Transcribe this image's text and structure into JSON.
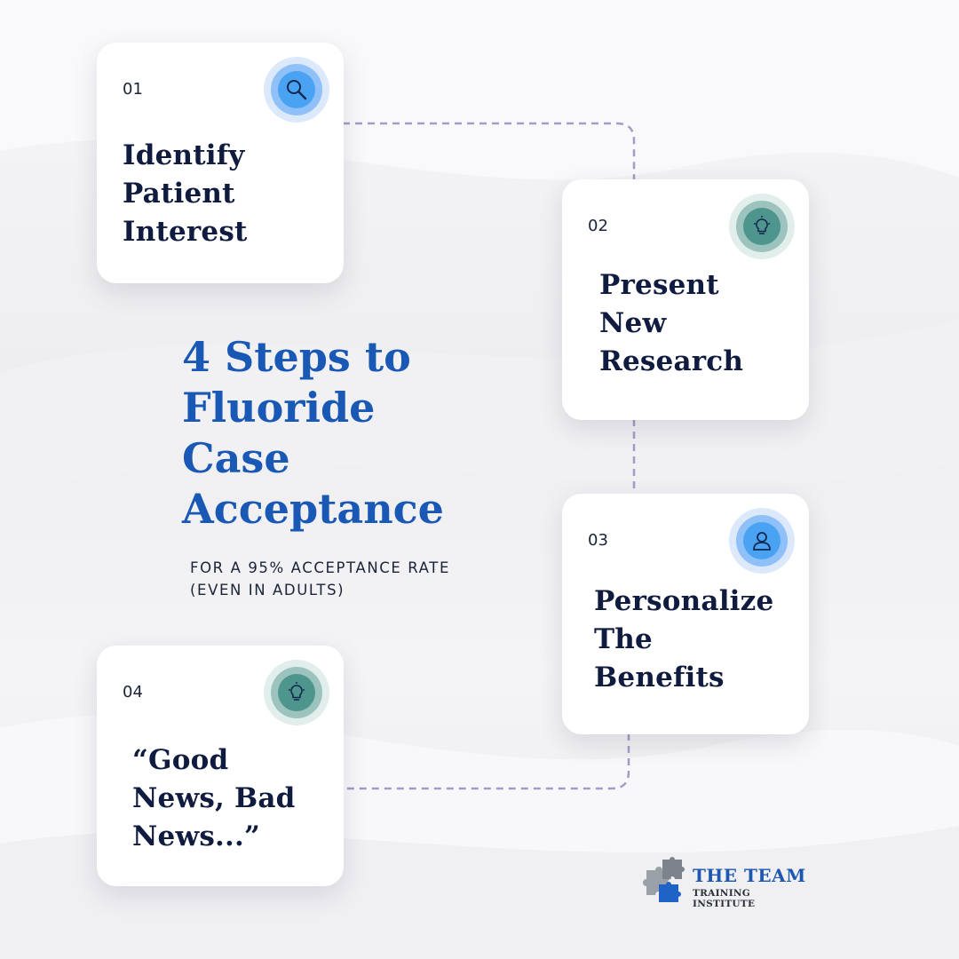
{
  "headline": "4 Steps to\nFluoride\nCase\nAcceptance",
  "subheadline": "FOR A 95% ACCEPTANCE RATE\n(EVEN IN ADULTS)",
  "steps": [
    {
      "number": "01",
      "title": "Identify\nPatient\nInterest",
      "icon": "magnifier-icon",
      "icon_color": "#4aa3f2"
    },
    {
      "number": "02",
      "title": "Present\nNew\nResearch",
      "icon": "lightbulb-icon",
      "icon_color": "#4e968d"
    },
    {
      "number": "03",
      "title": "Personalize\nThe\nBenefits",
      "icon": "person-icon",
      "icon_color": "#4aa3f2"
    },
    {
      "number": "04",
      "title": "“Good\nNews, Bad\nNews...”",
      "icon": "lightbulb-icon",
      "icon_color": "#4e968d"
    }
  ],
  "logo": {
    "line1": "THE TEAM",
    "line2": "TRAINING INSTITUTE"
  },
  "colors": {
    "headline": "#1a58b5",
    "title": "#0f1b3f",
    "connector": "#a59bc6",
    "blue_badge": "#4aa3f2",
    "teal_badge": "#4e968d"
  }
}
